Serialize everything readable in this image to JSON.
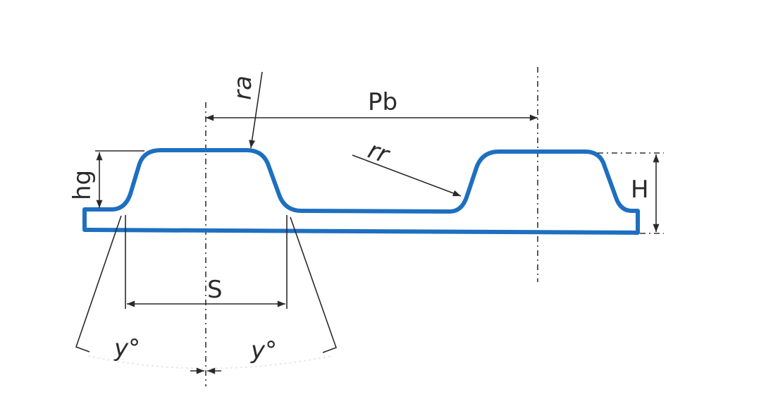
{
  "colors": {
    "profile": "#1e6fc0",
    "dimension": "#2a2a2a"
  },
  "labels": {
    "pitch": "Pb",
    "tip_radius": "ra",
    "root_radius": "rr",
    "tooth_height": "hg",
    "total_height": "H",
    "tooth_width": "S",
    "angle_left": "y°",
    "angle_right": "y°"
  }
}
